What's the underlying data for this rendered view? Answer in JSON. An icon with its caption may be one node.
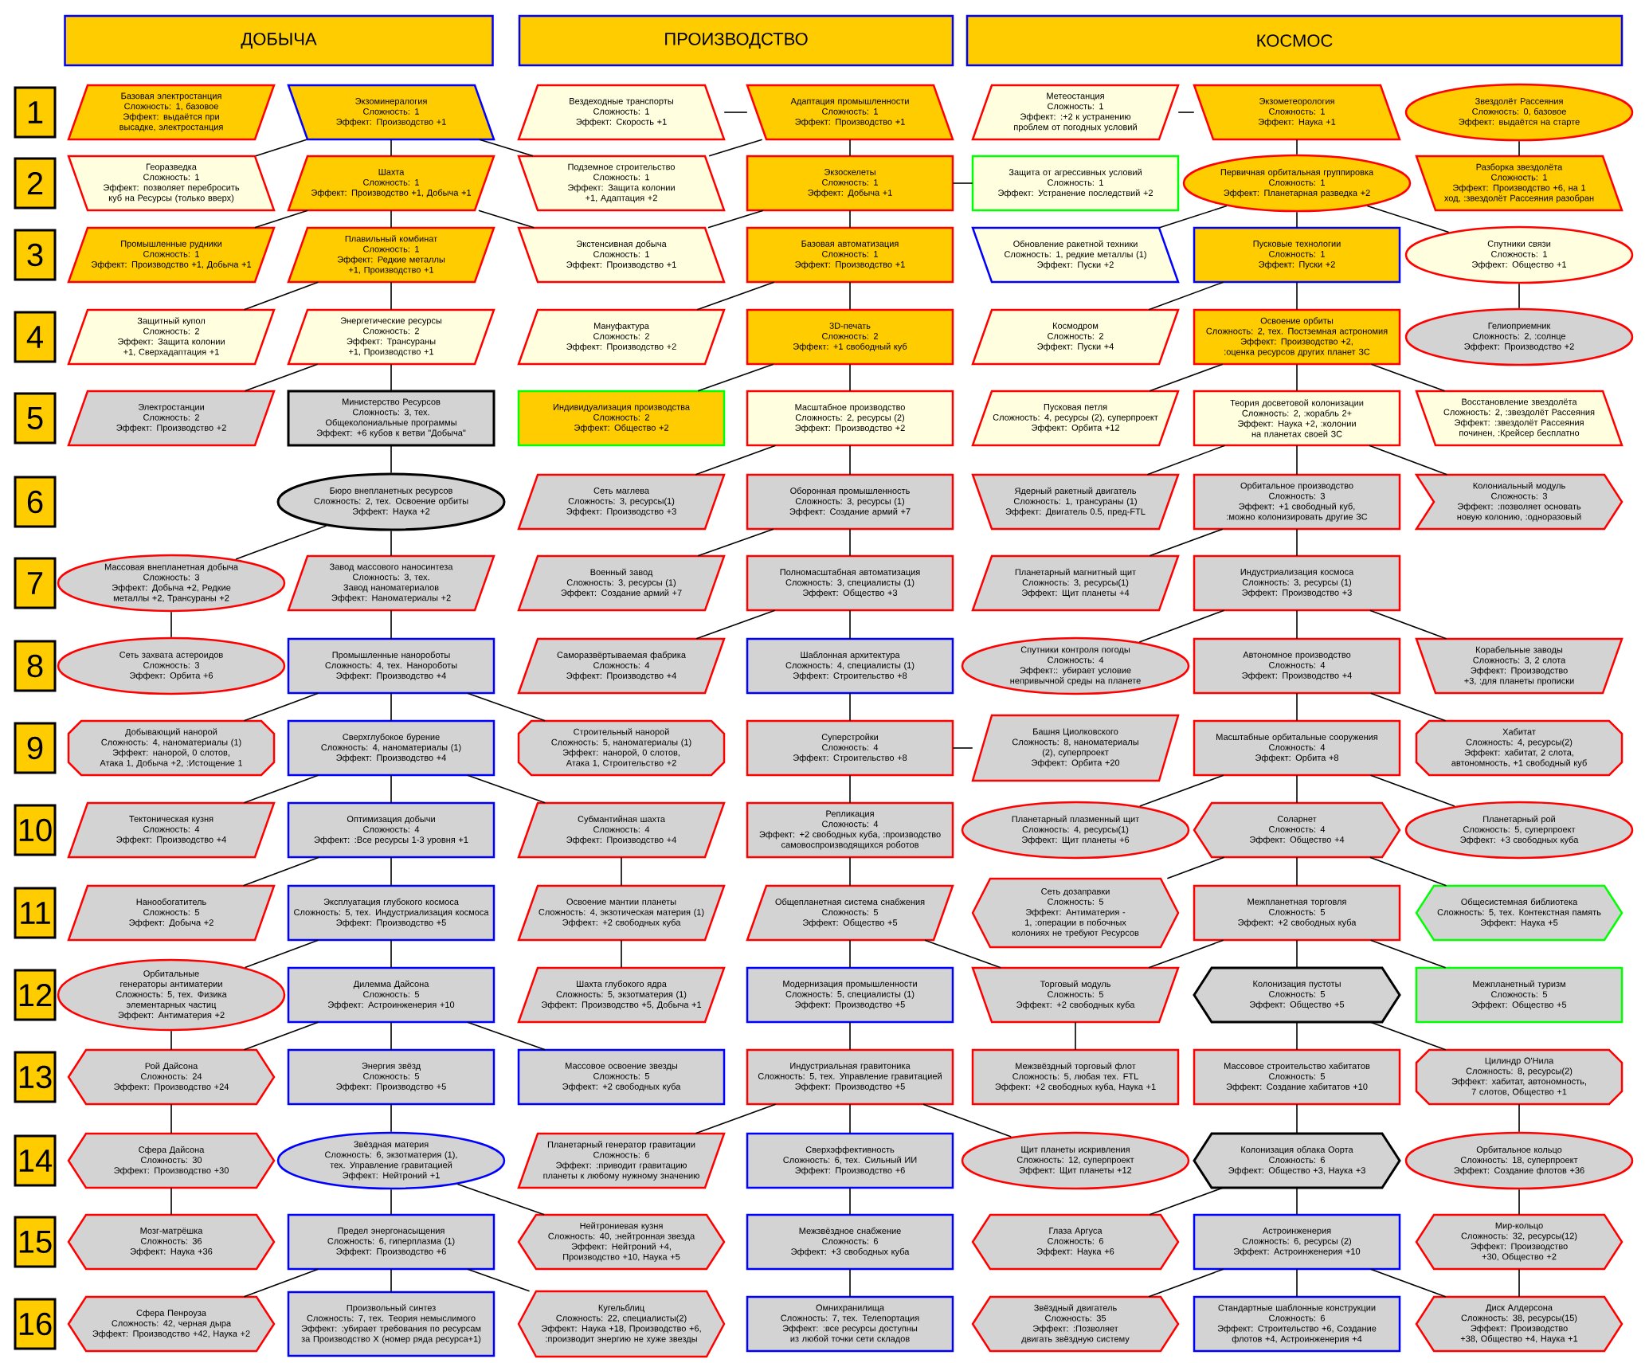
{
  "diagram": {
    "nodes": [
      {
        "text": [
          "ДОБЫЧА"
        ]
      },
      {
        "text": [
          "ПРОИЗВОДСТВО"
        ]
      },
      {
        "text": [
          "КОСМОС"
        ]
      },
      {
        "text": [
          "1"
        ]
      },
      {
        "text": [
          "2"
        ]
      },
      {
        "text": [
          "3"
        ]
      },
      {
        "text": [
          "4"
        ]
      },
      {
        "text": [
          "5"
        ]
      },
      {
        "text": [
          "6"
        ]
      },
      {
        "text": [
          "7"
        ]
      },
      {
        "text": [
          "8"
        ]
      },
      {
        "text": [
          "9"
        ]
      },
      {
        "text": [
          "10"
        ]
      },
      {
        "text": [
          "11"
        ]
      },
      {
        "text": [
          "12"
        ]
      },
      {
        "text": [
          "13"
        ]
      },
      {
        "text": [
          "14"
        ]
      },
      {
        "text": [
          "15"
        ]
      },
      {
        "text": [
          "16"
        ]
      },
      {
        "text": [
          "Базовая электростанция",
          "Сложность: 1, базовое",
          "Эффект: выдаётся при высадке, электростанция"
        ]
      },
      {
        "text": [
          "Экзоминералогия",
          "Сложность: 1",
          "Эффект: Производство +1"
        ]
      },
      {
        "text": [
          "Вездеходные транспорты",
          "Сложность: 1",
          "Эффект: Скорость +1"
        ]
      },
      {
        "text": [
          "Адаптация промышленности",
          "Сложность: 1",
          "Эффект: Производство +1"
        ]
      },
      {
        "text": [
          "Метеостанция",
          "Сложность: 1",
          "Эффект: :+2 к устранению проблем от погодных условий"
        ]
      },
      {
        "text": [
          "Экзометеорология",
          "Сложность: 1",
          "Эффект: Наука +1"
        ]
      },
      {
        "text": [
          "Звездолёт Рассеяния",
          "Сложность: 0, базовое",
          "Эффект: выдаётся на старте"
        ]
      },
      {
        "text": [
          "Георазведка",
          "Сложность: 1",
          "Эффект: позволяет перебросить куб на Ресурсы (только вверх)"
        ]
      },
      {
        "text": [
          "Шахта",
          "Сложность: 1",
          "Эффект: Производство +1, Добыча +1"
        ]
      },
      {
        "text": [
          "Подземное строительство",
          "Сложность: 1",
          "Эффект: Защита колонии +1, Адаптация +2"
        ]
      },
      {
        "text": [
          "Экзоскелеты",
          "Сложность: 1",
          "Эффект: Добыча +1"
        ]
      },
      {
        "text": [
          "Защита от агрессивных условий",
          "Сложность: 1",
          "Эффект: Устранение последствий +2"
        ]
      },
      {
        "text": [
          "Первичная орбитальная группировка",
          "Сложность: 1",
          "Эффект: Планетарная разведка +2"
        ]
      },
      {
        "text": [
          "Разборка звездолёта",
          "Сложность: 1",
          "Эффект: Производство +6, на 1 ход, :звездолёт Рассеяния разобран"
        ]
      },
      {
        "text": [
          "Промышленные рудники",
          "Сложность: 1",
          "Эффект: Производство +1, Добыча +1"
        ]
      },
      {
        "text": [
          "Плавильный комбинат",
          "Сложность: 1",
          "Эффект: Редкие металлы +1, Производство +1"
        ]
      },
      {
        "text": [
          "Экстенсивная добыча",
          "Сложность: 1",
          "Эффект: Производство +1"
        ]
      },
      {
        "text": [
          "Базовая автоматизация",
          "Сложность: 1",
          "Эффект: Производство +1"
        ]
      },
      {
        "text": [
          "Обновление ракетной техники",
          "Сложность: 1, редкие металлы (1)",
          "Эффект: Пуски +2"
        ]
      },
      {
        "text": [
          "Пусковые технологии",
          "Сложность: 1",
          "Эффект: Пуски +2"
        ]
      },
      {
        "text": [
          "Спутники связи",
          "Сложность: 1",
          "Эффект: Общество +1"
        ]
      },
      {
        "text": [
          "Защитный купол",
          "Сложность: 2",
          "Эффект: Защита колонии +1, Сверхадаптация +1"
        ]
      },
      {
        "text": [
          "Энергетические ресурсы",
          "Сложность: 2",
          "Эффект: Трансураны +1, Производство +1"
        ]
      },
      {
        "text": [
          "Мануфактура",
          "Сложность: 2",
          "Эффект: Производство +2"
        ]
      },
      {
        "text": [
          "3D-печать",
          "Сложность: 2",
          "Эффект: +1 свободный куб"
        ]
      },
      {
        "text": [
          "Космодром",
          "Сложность: 2",
          "Эффект: Пуски +4"
        ]
      },
      {
        "text": [
          "Освоение орбиты",
          "Сложность: 2, тех. Постземная астрономия",
          "Эффект: Производство +2, :оценка ресурсов других планет ЗС"
        ]
      },
      {
        "text": [
          "Гелиоприемник",
          "Сложность: 2, :солнце",
          "Эффект: Производство +2"
        ]
      },
      {
        "text": [
          "Электростанции",
          "Сложность: 2",
          "Эффект: Производство +2"
        ]
      },
      {
        "text": [
          "Министерство Ресурсов",
          "Сложность: 3, тех. Общеколониальные программы",
          "Эффект: +6 кубов к ветви \"Добыча\""
        ]
      },
      {
        "text": [
          "Индивидуализация производства",
          "Сложность: 2",
          "Эффект: Общество +2"
        ]
      },
      {
        "text": [
          "Масштабное производство",
          "Сложность: 2, ресурсы (2)",
          "Эффект: Производство +2"
        ]
      },
      {
        "text": [
          "Пусковая петля",
          "Сложность: 4, ресурсы (2), суперпроект",
          "Эффект: Орбита +12"
        ]
      },
      {
        "text": [
          "Теория досветовой колонизации",
          "Сложность: 2, :корабль 2+",
          "Эффект: Наука +2, :колонии на планетах своей ЗС"
        ]
      },
      {
        "text": [
          "Восстановление звездолёта",
          "Сложность: 2, :звездолёт Рассеяния",
          "Эффект: :звездолёт Рассеяния починен, :Крейсер бесплатно"
        ]
      },
      {
        "text": [
          "Бюро внепланетных ресурсов",
          "Сложность: 2, тех. Освоение орбиты",
          "Эффект: Наука +2"
        ]
      },
      {
        "text": [
          "Сеть маглева",
          "Сложность: 3, ресурсы(1)",
          "Эффект: Производство +3"
        ]
      },
      {
        "text": [
          "Оборонная промышленность",
          "Сложность: 3, ресурсы (1)",
          "Эффект: Создание армий +7"
        ]
      },
      {
        "text": [
          "Ядерный ракетный двигатель",
          "Сложность: 1, трансураны (1)",
          "Эффект: Двигатель 0.5, пред-FTL"
        ]
      },
      {
        "text": [
          "Орбитальное производство",
          "Сложность: 3",
          "Эффект: +1 свободный куб, :можно колонизировать другие ЗС"
        ]
      },
      {
        "text": [
          "Колониальный модуль",
          "Сложность: 3",
          "Эффект: :позволяет основать новую колонию, :одноразовый"
        ]
      },
      {
        "text": [
          "Массовая внепланетная добыча",
          "Сложность: 3",
          "Эффект: Добыча +2, Редкие металлы +2, Трансураны +2"
        ]
      },
      {
        "text": [
          "Завод массового наносинтеза",
          "Сложность: 3, тех. Завод наноматериалов",
          "Эффект: Наноматериалы +2"
        ]
      },
      {
        "text": [
          "Военный завод",
          "Сложность: 3, ресурсы (1)",
          "Эффект: Создание армий +7"
        ]
      },
      {
        "text": [
          "Полномасштабная автоматизация",
          "Сложность: 3, специалисты (1)",
          "Эффект: Общество +3"
        ]
      },
      {
        "text": [
          "Планетарный магнитный щит",
          "Сложность: 3, ресурсы(1)",
          "Эффект: Щит планеты +4"
        ]
      },
      {
        "text": [
          "Индустриализация космоса",
          "Сложность: 3, ресурсы (1)",
          "Эффект: Производство +3"
        ]
      },
      {
        "text": [
          "Сеть захвата астероидов",
          "Сложность: 3",
          "Эффект: Орбита +6"
        ]
      },
      {
        "text": [
          "Промышленные нанороботы",
          "Сложность: 4, тех. Нанороботы",
          "Эффект: Производство +4"
        ]
      },
      {
        "text": [
          "Саморазвёртываемая фабрика",
          "Сложность: 4",
          "Эффект: Производство +4"
        ]
      },
      {
        "text": [
          "Шаблонная архитектура",
          "Сложность: 4, специалисты (1)",
          "Эффект: Строительство +8"
        ]
      },
      {
        "text": [
          "Спутники контроля погоды",
          "Сложность: 4",
          "Эффект:: убирает условие непривычной среды на планете"
        ]
      },
      {
        "text": [
          "Автономное производство",
          "Сложность: 4",
          "Эффект: Производство +4"
        ]
      },
      {
        "text": [
          "Корабельные заводы",
          "Сложность: 3, 2 слота",
          "Эффект: Производство +3, :для планеты прописки"
        ]
      },
      {
        "text": [
          "Добывающий нанорой",
          "Сложность: 4, наноматериалы (1)",
          "Эффект: нанорой, 0 слотов, Атака 1, Добыча +2, :Истощение 1"
        ]
      },
      {
        "text": [
          "Сверхглубокое бурение",
          "Сложность: 4, наноматериалы (1)",
          "Эффект: Производство +4"
        ]
      },
      {
        "text": [
          "Строительный нанорой",
          "Сложность: 5, наноматериалы (1)",
          "Эффект: нанорой, 0 слотов, Атака 1, Строительство +2"
        ]
      },
      {
        "text": [
          "Суперстройки",
          "Сложность: 4",
          "Эффект: Строительство +8"
        ]
      },
      {
        "text": [
          "Башня Циолковского",
          "Сложность: 8, наноматериалы (2), суперпроект",
          "Эффект: Орбита +20"
        ]
      },
      {
        "text": [
          "Масштабные орбитальные сооружения",
          "Сложность: 4",
          "Эффект: Орбита +8"
        ]
      },
      {
        "text": [
          "Хабитат",
          "Сложность: 4, ресурсы(2)",
          "Эффект: хабитат, 2 слота, автономность, +1 свободный куб"
        ]
      },
      {
        "text": [
          "Тектоническая кузня",
          "Сложность: 4",
          "Эффект: Производство +4"
        ]
      },
      {
        "text": [
          "Оптимизация добычи",
          "Сложность: 4",
          "Эффект: :Все ресурсы 1-3 уровня +1"
        ]
      },
      {
        "text": [
          "Субмантийная шахта",
          "Сложность: 4",
          "Эффект: Производство +4"
        ]
      },
      {
        "text": [
          "Репликация",
          "Сложность: 4",
          "Эффект: +2 свободных куба, :производство самовоспроизводящихся роботов"
        ]
      },
      {
        "text": [
          "Планетарный плазменный щит",
          "Сложность: 4, ресурсы(1)",
          "Эффект: Щит планеты +6"
        ]
      },
      {
        "text": [
          "Соларнет",
          "Сложность: 4",
          "Эффект: Общество +4"
        ]
      },
      {
        "text": [
          "Планетарный рой",
          "Сложность: 5, суперпроект",
          "Эффект: +3 свободных куба"
        ]
      },
      {
        "text": [
          "Нанообогатитель",
          "Сложность: 5",
          "Эффект: Добыча +2"
        ]
      },
      {
        "text": [
          "Эксплуатация глубокого космоса",
          "Сложность: 5, тех. Индустриализация космоса",
          "Эффект: Производство +5"
        ]
      },
      {
        "text": [
          "Освоение мантии планеты",
          "Сложность: 4, экзотическая материя (1)",
          "Эффект: +2 свободных куба"
        ]
      },
      {
        "text": [
          "Общепланетная система снабжения",
          "Сложность: 5",
          "Эффект: Общество +5"
        ]
      },
      {
        "text": [
          "Сеть дозаправки",
          "Сложность: 5",
          "Эффект: Антиматерия -1, :операции в побочных колониях не требуют Ресурсов"
        ]
      },
      {
        "text": [
          "Межпланетная торговля",
          "Сложность: 5",
          "Эффект: +2 свободных куба"
        ]
      },
      {
        "text": [
          "Общесистемная библиотека",
          "Сложность: 5, тех. Контекстная память",
          "Эффект: Наука +5"
        ]
      },
      {
        "text": [
          "Орбитальные генераторы антиматерии",
          "Сложность: 5, тех. Физика элементарных частиц",
          "Эффект: Антиматерия +2"
        ]
      },
      {
        "text": [
          "Дилемма Дайсона",
          "Сложность: 5",
          "Эффект: Астроинженерия +10"
        ]
      },
      {
        "text": [
          "Шахта глубокого ядра",
          "Сложность: 5, экзотматерия (1)",
          "Эффект: Производство +5, Добыча +1"
        ]
      },
      {
        "text": [
          "Модернизация промышленности",
          "Сложность: 5, специалисты (1)",
          "Эффект: Производство +5"
        ]
      },
      {
        "text": [
          "Торговый модуль",
          "Сложность: 5",
          "Эффект: +2 свободных куба"
        ]
      },
      {
        "text": [
          "Колонизация пустоты",
          "Сложность: 5",
          "Эффект: Общество +5"
        ]
      },
      {
        "text": [
          "Межпланетный туризм",
          "Сложность: 5",
          "Эффект: Общество +5"
        ]
      },
      {
        "text": [
          "Рой Дайсона",
          "Сложность: 24",
          "Эффект: Производство +24"
        ]
      },
      {
        "text": [
          "Энергия звёзд",
          "Сложность: 5",
          "Эффект: Производство +5"
        ]
      },
      {
        "text": [
          "Массовое освоение звезды",
          "Сложность: 5",
          "Эффект: +2 свободных куба"
        ]
      },
      {
        "text": [
          "Индустриальная гравитоника",
          "Сложность: 5, тех. Управление гравитацией",
          "Эффект: Производство +5"
        ]
      },
      {
        "text": [
          "Межзвёздный торговый флот",
          "Сложность: 5, любая тех. FTL",
          "Эффект: +2 свободных куба, Наука +1"
        ]
      },
      {
        "text": [
          "Массовое строительство хабитатов",
          "Сложность: 5",
          "Эффект: Создание хабитатов +10"
        ]
      },
      {
        "text": [
          "Цилиндр О'Нила",
          "Сложность: 8, ресурсы(2)",
          "Эффект: хабитат, автономность, 7 слотов, Общество +1"
        ]
      },
      {
        "text": [
          "Сфера Дайсона",
          "Сложность: 30",
          "Эффект: Производство +30"
        ]
      },
      {
        "text": [
          "Звёздная материя",
          "Сложность: 6, экзотматерия (1), тех. Управление гравитацией",
          "Эффект: Нейтроний +1"
        ]
      },
      {
        "text": [
          "Планетарный генератор гравитации",
          "Сложность: 6",
          "Эффект: :приводит гравитацию планеты к любому нужному значению"
        ]
      },
      {
        "text": [
          "Сверхэффективность",
          "Сложность: 6, тех. Сильный ИИ",
          "Эффект: Производство +6"
        ]
      },
      {
        "text": [
          "Щит планеты искривления",
          "Сложность: 12, суперпроект",
          "Эффект: Щит планеты +12"
        ]
      },
      {
        "text": [
          "Колонизация облака Оорта",
          "Сложность: 6",
          "Эффект: Общество +3, Наука +3"
        ]
      },
      {
        "text": [
          "Орбитальное кольцо",
          "Сложность: 18, суперпроект",
          "Эффект: Создание флотов +36"
        ]
      },
      {
        "text": [
          "Мозг-матрёшка",
          "Сложность: 36",
          "Эффект: Наука +36"
        ]
      },
      {
        "text": [
          "Предел энергонасыщения",
          "Сложность: 6, гиперплазма (1)",
          "Эффект: Производство +6"
        ]
      },
      {
        "text": [
          "Нейтрониевая кузня",
          "Сложность: 40, :нейтронная звезда",
          "Эффект: Нейтроний +4, Производство +10, Наука +5"
        ]
      },
      {
        "text": [
          "Межзвёздное снабжение",
          "Сложность: 6",
          "Эффект: +3 свободных куба"
        ]
      },
      {
        "text": [
          "Глаза Аргуса",
          "Сложность: 6",
          "Эффект: Наука +6"
        ]
      },
      {
        "text": [
          "Астроинженерия",
          "Сложность: 6, ресурсы (2)",
          "Эффект: Астроинженерия +10"
        ]
      },
      {
        "text": [
          "Мир-кольцо",
          "Сложность: 32, ресурсы(12)",
          "Эффект: Производство +30, Общество +2"
        ]
      },
      {
        "text": [
          "Сфера Пенроуза",
          "Сложность: 42, черная дыра",
          "Эффект: Производство +42, Наука +2"
        ]
      },
      {
        "text": [
          "Произвольный синтез",
          "Сложность: 7, тех. Теория немыслимого",
          "Эффект: :убирает требования по ресурсам за Производство X (номер ряда ресурса+1)"
        ]
      },
      {
        "text": [
          "Кугельблиц",
          "Сложность: 22, специалисты(2)",
          "Эффект: Наука +18, Производство +6, :производит энергию не хуже звезды"
        ]
      },
      {
        "text": [
          "Омнихранилища",
          "Сложность: 7, тех. Телепортация",
          "Эффект: :все ресурсы доступны из любой точки сети складов"
        ]
      },
      {
        "text": [
          "Звёздный двигатель",
          "Сложность: 35",
          "Эффект: :Позволяет двигать звёздную систему"
        ]
      },
      {
        "text": [
          "Стандартные шаблонные конструкции",
          "Сложность: 6",
          "Эффект: Строительство +6, Создание флотов +4, Астроинженерия +4"
        ]
      },
      {
        "text": [
          "Диск Алдерсона",
          "Сложность: 38, ресурсы(15)",
          "Эффект: Производство +38, Общество +4, Наука +1"
        ]
      }
    ],
    "edges": [
      {
        "from": 20,
        "to": 26,
        "arrow": "none"
      },
      {
        "from": 20,
        "to": 27,
        "arrow": "none"
      },
      {
        "from": 20,
        "to": 28,
        "arrow": "none"
      },
      {
        "from": 27,
        "to": 33,
        "arrow": "none"
      },
      {
        "from": 27,
        "to": 34,
        "arrow": "none"
      },
      {
        "from": 27,
        "to": 35,
        "arrow": "none"
      },
      {
        "from": 34,
        "to": 40,
        "arrow": "none"
      },
      {
        "from": 34,
        "to": 41,
        "arrow": "none"
      },
      {
        "from": 41,
        "to": 47,
        "arrow": "none"
      },
      {
        "from": 41,
        "to": 48,
        "arrow": "none"
      },
      {
        "from": 48,
        "to": 54,
        "arrow": "none"
      },
      {
        "from": 54,
        "to": 60,
        "arrow": "none"
      },
      {
        "from": 54,
        "to": 61,
        "arrow": "none"
      },
      {
        "from": 60,
        "to": 66,
        "arrow": "none"
      },
      {
        "from": 61,
        "to": 67,
        "arrow": "none"
      },
      {
        "from": 67,
        "to": 73,
        "arrow": "none"
      },
      {
        "from": 67,
        "to": 74,
        "arrow": "none"
      },
      {
        "from": 67,
        "to": 75,
        "arrow": "none"
      },
      {
        "from": 74,
        "to": 80,
        "arrow": "none"
      },
      {
        "from": 74,
        "to": 81,
        "arrow": "none"
      },
      {
        "from": 74,
        "to": 82,
        "arrow": "none"
      },
      {
        "from": 81,
        "to": 87,
        "arrow": "none"
      },
      {
        "from": 81,
        "to": 88,
        "arrow": "none"
      },
      {
        "from": 88,
        "to": 94,
        "arrow": "none"
      },
      {
        "from": 88,
        "to": 95,
        "arrow": "none"
      },
      {
        "from": 94,
        "to": 101,
        "arrow": "none"
      },
      {
        "from": 95,
        "to": 101,
        "arrow": "none"
      },
      {
        "from": 95,
        "to": 102,
        "arrow": "none"
      },
      {
        "from": 95,
        "to": 103,
        "arrow": "none"
      },
      {
        "from": 101,
        "to": 108,
        "arrow": "none"
      },
      {
        "from": 108,
        "to": 115,
        "arrow": "none"
      },
      {
        "from": 102,
        "to": 109,
        "arrow": "none"
      },
      {
        "from": 109,
        "to": 116,
        "arrow": "none"
      },
      {
        "from": 109,
        "to": 117,
        "arrow": "none"
      },
      {
        "from": 116,
        "to": 122,
        "arrow": "none"
      },
      {
        "from": 116,
        "to": 123,
        "arrow": "none"
      },
      {
        "from": 116,
        "to": 124,
        "arrow": "none"
      },
      {
        "from": 22,
        "to": 21,
        "arrow": "none"
      },
      {
        "from": 22,
        "to": 28,
        "arrow": "none"
      },
      {
        "from": 22,
        "to": 29,
        "arrow": "none"
      },
      {
        "from": 29,
        "to": 35,
        "arrow": "none"
      },
      {
        "from": 29,
        "to": 36,
        "arrow": "none"
      },
      {
        "from": 29,
        "to": 30,
        "arrow": "none"
      },
      {
        "from": 36,
        "to": 42,
        "arrow": "none"
      },
      {
        "from": 36,
        "to": 43,
        "arrow": "none"
      },
      {
        "from": 43,
        "to": 49,
        "arrow": "none"
      },
      {
        "from": 43,
        "to": 50,
        "arrow": "none"
      },
      {
        "from": 50,
        "to": 55,
        "arrow": "none"
      },
      {
        "from": 50,
        "to": 56,
        "arrow": "none"
      },
      {
        "from": 56,
        "to": 62,
        "arrow": "none"
      },
      {
        "from": 56,
        "to": 63,
        "arrow": "none"
      },
      {
        "from": 63,
        "to": 68,
        "arrow": "none"
      },
      {
        "from": 63,
        "to": 69,
        "arrow": "none"
      },
      {
        "from": 69,
        "to": 76,
        "arrow": "none"
      },
      {
        "from": 76,
        "to": 83,
        "arrow": "none"
      },
      {
        "from": 76,
        "to": 77,
        "arrow": "none"
      },
      {
        "from": 82,
        "to": 89,
        "arrow": "none"
      },
      {
        "from": 89,
        "to": 96,
        "arrow": "none"
      },
      {
        "from": 83,
        "to": 90,
        "arrow": "none"
      },
      {
        "from": 90,
        "to": 97,
        "arrow": "none"
      },
      {
        "from": 90,
        "to": 98,
        "arrow": "none"
      },
      {
        "from": 97,
        "to": 104,
        "arrow": "none"
      },
      {
        "from": 104,
        "to": 110,
        "arrow": "none"
      },
      {
        "from": 104,
        "to": 111,
        "arrow": "none"
      },
      {
        "from": 104,
        "to": 112,
        "arrow": "none"
      },
      {
        "from": 111,
        "to": 118,
        "arrow": "none"
      },
      {
        "from": 118,
        "to": 125,
        "arrow": "none"
      },
      {
        "from": 24,
        "to": 23,
        "arrow": "none"
      },
      {
        "from": 24,
        "to": 31,
        "arrow": "none"
      },
      {
        "from": 25,
        "to": 32,
        "arrow": "none"
      },
      {
        "from": 31,
        "to": 37,
        "arrow": "none"
      },
      {
        "from": 31,
        "to": 38,
        "arrow": "none"
      },
      {
        "from": 31,
        "to": 39,
        "arrow": "none"
      },
      {
        "from": 39,
        "to": 46,
        "arrow": "none"
      },
      {
        "from": 38,
        "to": 44,
        "arrow": "none"
      },
      {
        "from": 38,
        "to": 45,
        "arrow": "none"
      },
      {
        "from": 45,
        "to": 51,
        "arrow": "none"
      },
      {
        "from": 45,
        "to": 52,
        "arrow": "none"
      },
      {
        "from": 45,
        "to": 53,
        "arrow": "none"
      },
      {
        "from": 52,
        "to": 57,
        "arrow": "none"
      },
      {
        "from": 52,
        "to": 58,
        "arrow": "none"
      },
      {
        "from": 52,
        "to": 59,
        "arrow": "none"
      },
      {
        "from": 58,
        "to": 64,
        "arrow": "none"
      },
      {
        "from": 58,
        "to": 65,
        "arrow": "none"
      },
      {
        "from": 65,
        "to": 70,
        "arrow": "none"
      },
      {
        "from": 65,
        "to": 71,
        "arrow": "none"
      },
      {
        "from": 65,
        "to": 72,
        "arrow": "none"
      },
      {
        "from": 71,
        "to": 78,
        "arrow": "none"
      },
      {
        "from": 71,
        "to": 79,
        "arrow": "none"
      },
      {
        "from": 78,
        "to": 84,
        "arrow": "none"
      },
      {
        "from": 78,
        "to": 85,
        "arrow": "none"
      },
      {
        "from": 78,
        "to": 86,
        "arrow": "none"
      },
      {
        "from": 85,
        "to": 91,
        "arrow": "none"
      },
      {
        "from": 85,
        "to": 92,
        "arrow": "none"
      },
      {
        "from": 85,
        "to": 93,
        "arrow": "none"
      },
      {
        "from": 92,
        "to": 98,
        "arrow": "none"
      },
      {
        "from": 92,
        "to": 99,
        "arrow": "none"
      },
      {
        "from": 92,
        "to": 100,
        "arrow": "none"
      },
      {
        "from": 98,
        "to": 105,
        "arrow": "none"
      },
      {
        "from": 99,
        "to": 106,
        "arrow": "none"
      },
      {
        "from": 99,
        "to": 107,
        "arrow": "none"
      },
      {
        "from": 106,
        "to": 113,
        "arrow": "none"
      },
      {
        "from": 107,
        "to": 114,
        "arrow": "none"
      },
      {
        "from": 114,
        "to": 121,
        "arrow": "none"
      },
      {
        "from": 121,
        "to": 128,
        "arrow": "none"
      },
      {
        "from": 113,
        "to": 119,
        "arrow": "none"
      },
      {
        "from": 113,
        "to": 120,
        "arrow": "none"
      },
      {
        "from": 120,
        "to": 126,
        "arrow": "none"
      },
      {
        "from": 120,
        "to": 127,
        "arrow": "none"
      },
      {
        "from": 120,
        "to": 128,
        "arrow": "none"
      }
    ]
  }
}
